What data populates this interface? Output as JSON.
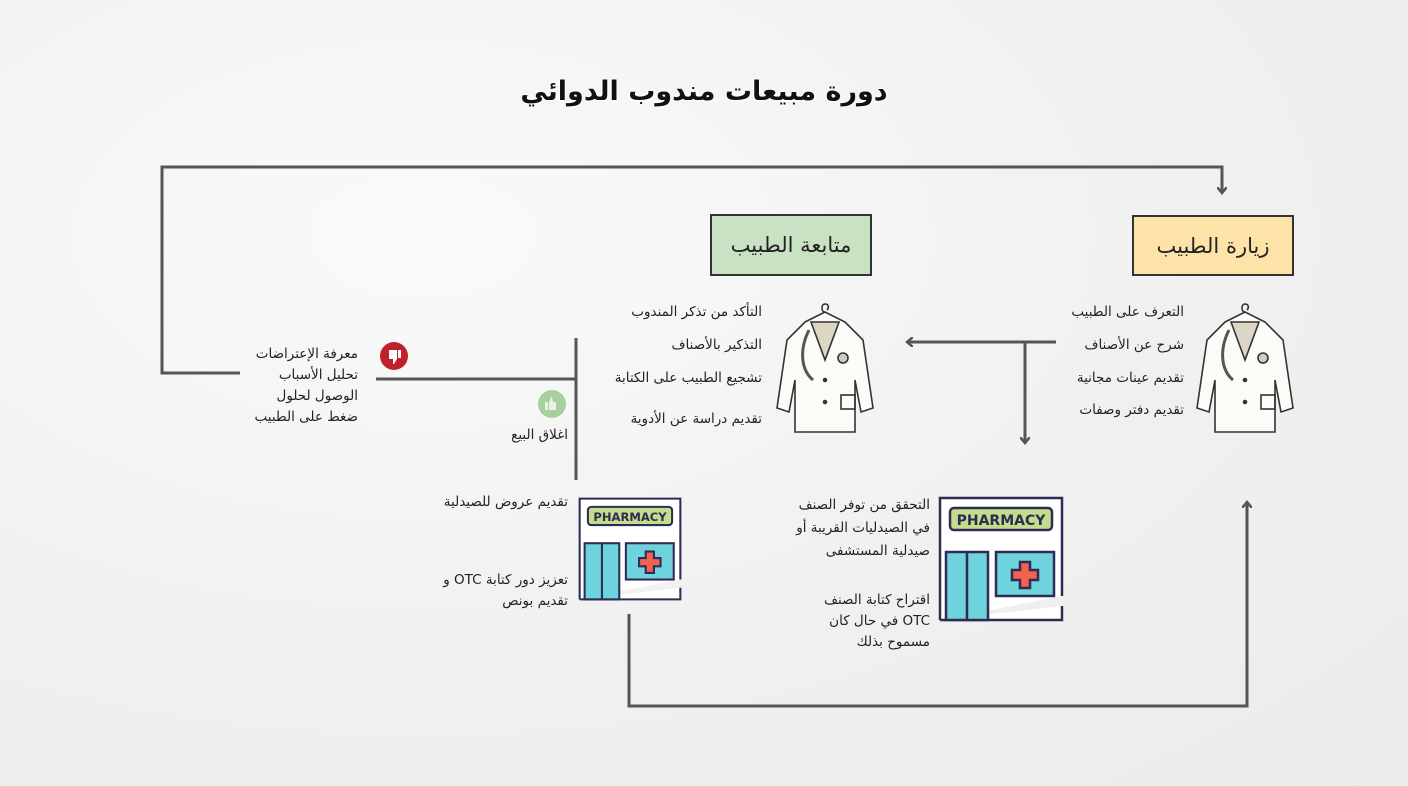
{
  "title": "دورة مبيعات مندوب الدوائي",
  "colors": {
    "visit_box": "#fde3a7",
    "followup_box": "#c9e2c3",
    "line": "#555555",
    "thumbs_down": "#c0202a",
    "thumbs_up": "#a9cf9f"
  },
  "stages": {
    "visit": {
      "label": "زيارة الطبيب",
      "items": [
        "التعرف على الطبيب",
        "شرح عن الأصناف",
        "تقديم عينات مجانية",
        "تقديم دفتر وصفات"
      ]
    },
    "followup": {
      "label": "متابعة الطبيب",
      "items": [
        "التأكد من تذكر المندوب",
        "التذكير بالأصناف",
        "تشجيع الطبيب على الكتابة",
        "تقديم دراسة عن الأدوية"
      ]
    }
  },
  "pharmacy_right": {
    "sign": "PHARMACY",
    "items": [
      "التحقق من توفر الصنف",
      "في الصيدليات القريبة أو",
      "صيدلية المستشفى"
    ],
    "items2": [
      "اقتراح كتابة الصنف",
      "OTC في حال كان",
      "مسموح بذلك"
    ]
  },
  "pharmacy_left": {
    "sign": "PHARMACY",
    "item1": "تقديم عروض للصيدلية",
    "items2": [
      "تعزيز دور كتابة OTC و",
      "تقديم بونص"
    ]
  },
  "outcomes": {
    "close_sale": "اغلاق البيع",
    "objections": [
      "معرفة الإعتراضات",
      "تحليل الأسباب",
      "الوصول لحلول",
      "ضغط على الطبيب"
    ]
  },
  "icons": [
    "lab-coat-icon",
    "pharmacy-icon",
    "thumbs-up-icon",
    "thumbs-down-icon",
    "arrow-icon"
  ]
}
